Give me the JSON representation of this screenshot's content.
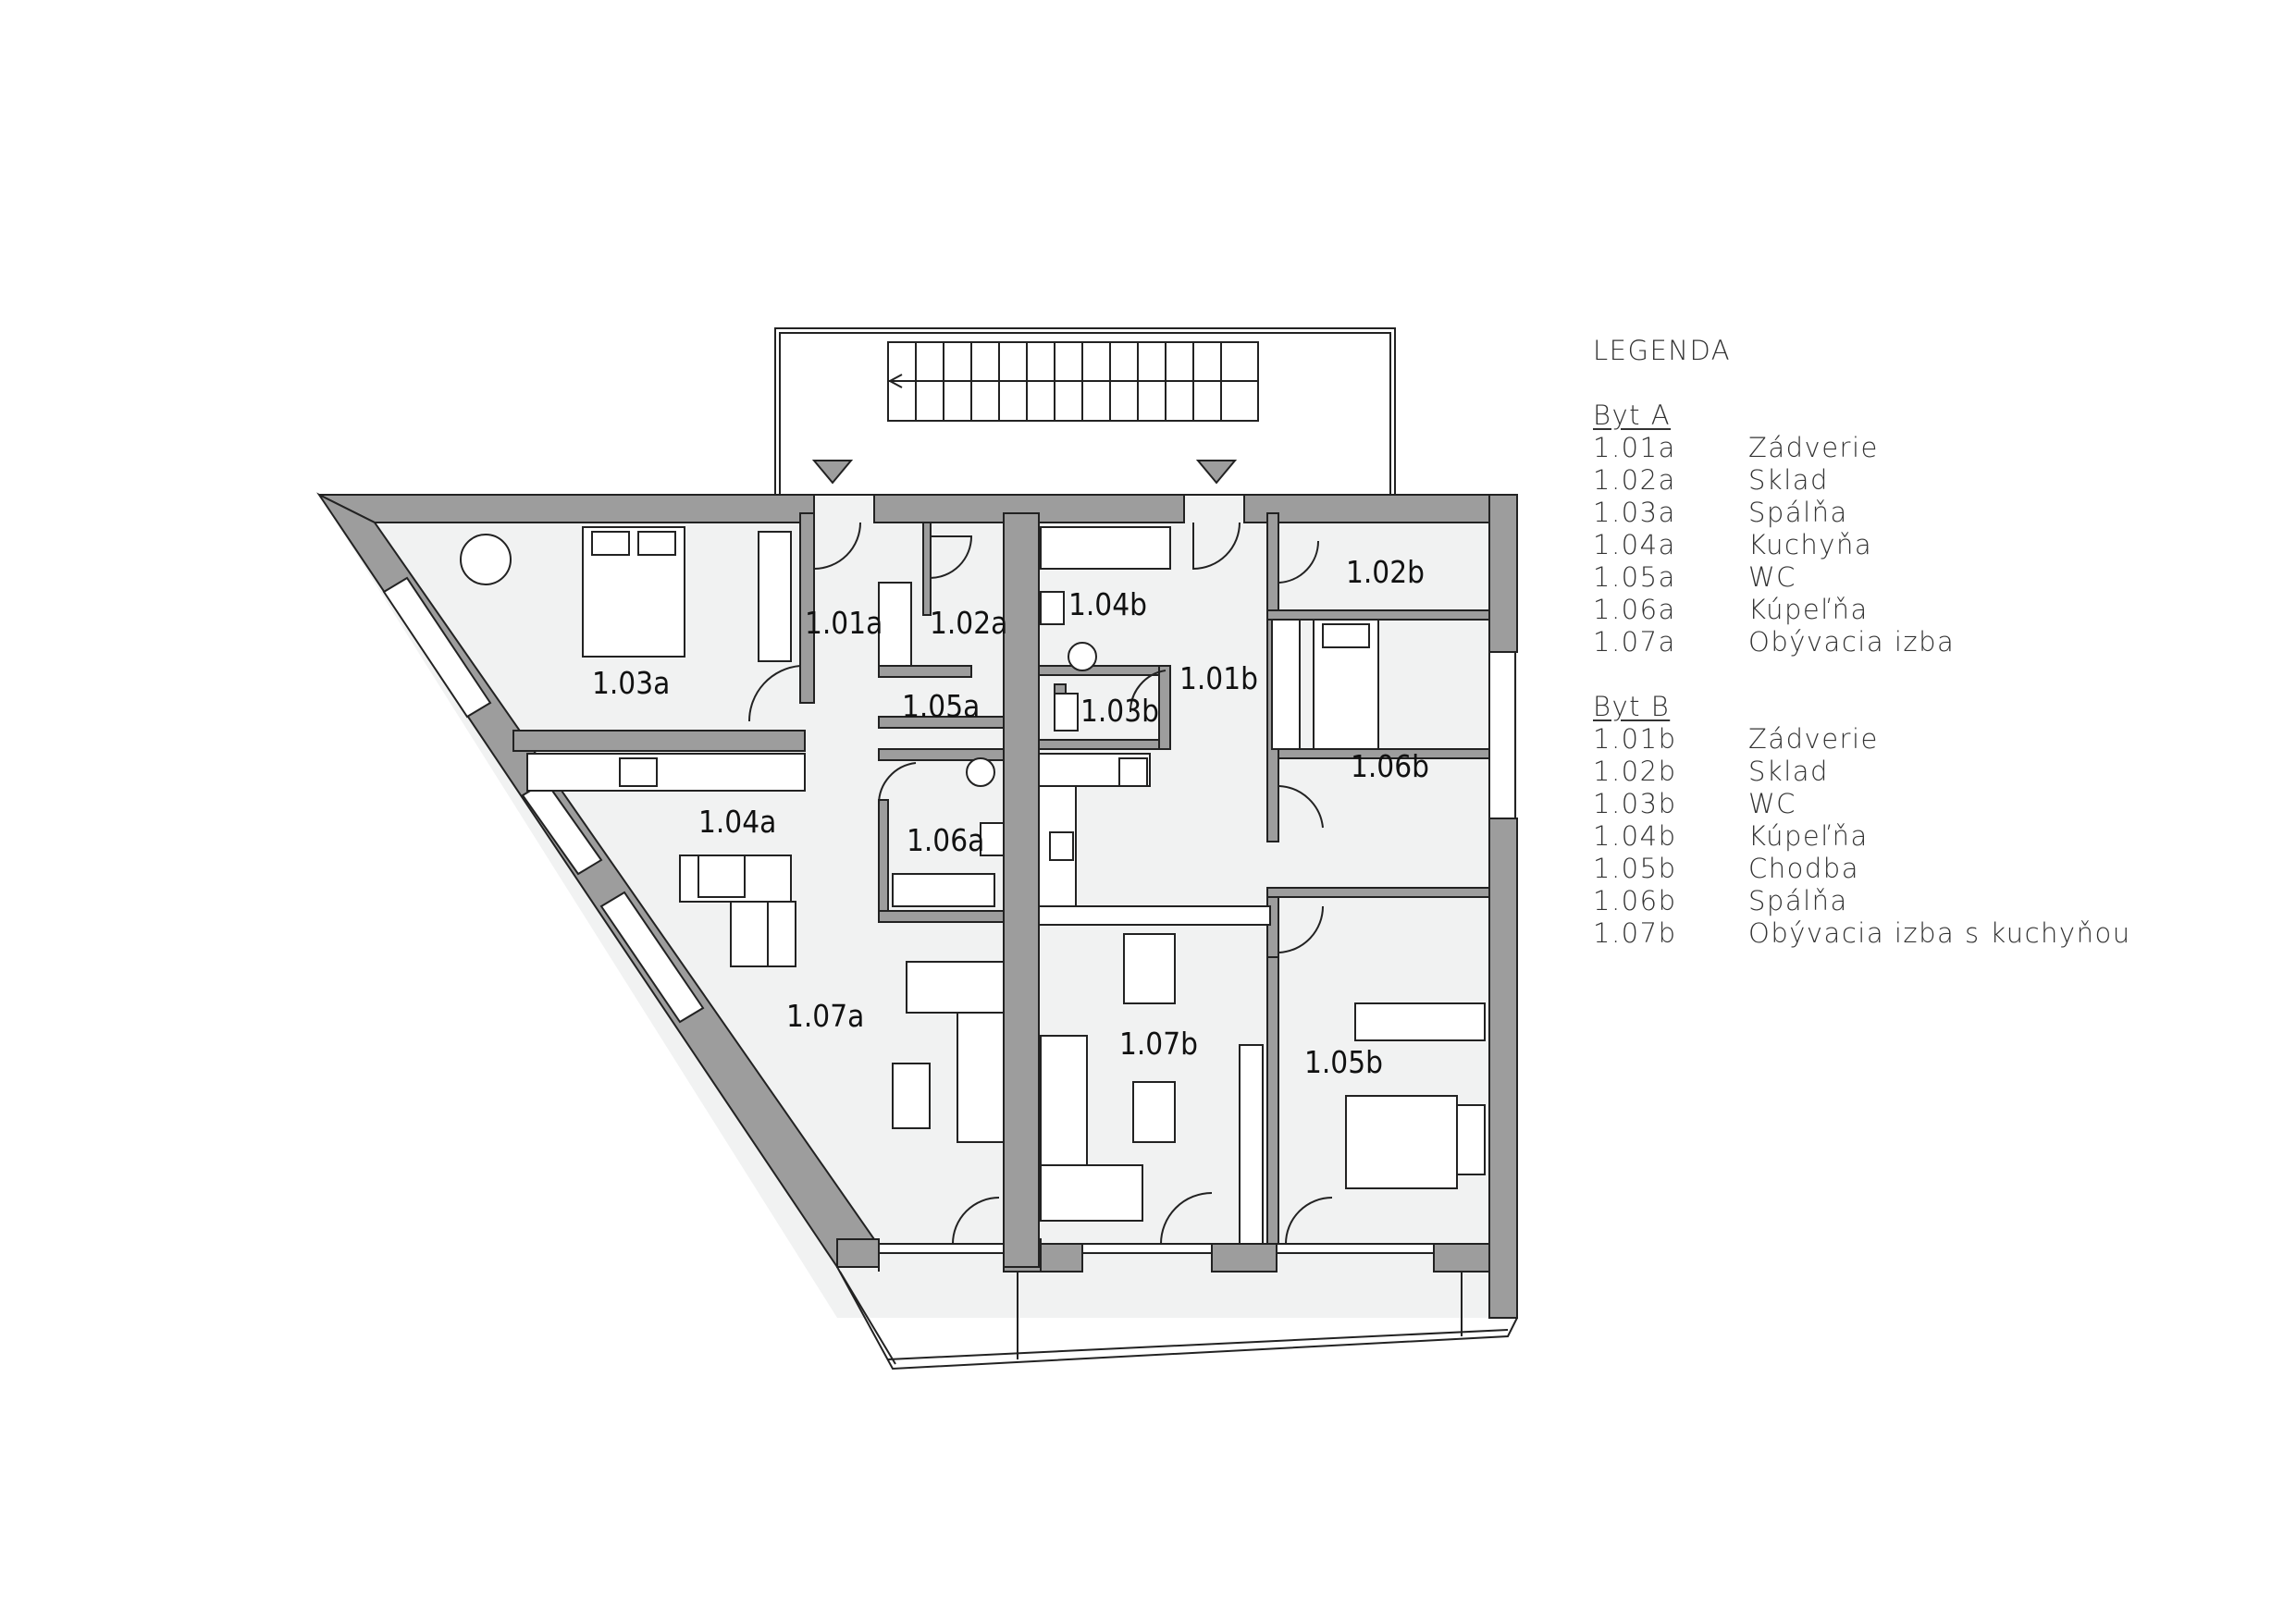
{
  "rooms": {
    "r101a": "1.01a",
    "r102a": "1.02a",
    "r103a": "1.03a",
    "r104a": "1.04a",
    "r105a": "1.05a",
    "r106a": "1.06a",
    "r107a": "1.07a",
    "r101b": "1.01b",
    "r102b": "1.02b",
    "r103b": "1.03b",
    "r104b": "1.04b",
    "r105b": "1.05b",
    "r106b": "1.06b",
    "r107b": "1.07b"
  },
  "legend": {
    "title": "LEGENDA",
    "groups": [
      {
        "title": "Byt A",
        "items": [
          {
            "code": "1.01a",
            "name": "Zádverie"
          },
          {
            "code": "1.02a",
            "name": "Sklad"
          },
          {
            "code": "1.03a",
            "name": "Spálňa"
          },
          {
            "code": "1.04a",
            "name": "Kuchyňa"
          },
          {
            "code": "1.05a",
            "name": "WC"
          },
          {
            "code": "1.06a",
            "name": "Kúpeľňa"
          },
          {
            "code": "1.07a",
            "name": "Obývacia izba"
          }
        ]
      },
      {
        "title": "Byt B",
        "items": [
          {
            "code": "1.01b",
            "name": "Zádverie"
          },
          {
            "code": "1.02b",
            "name": "Sklad"
          },
          {
            "code": "1.03b",
            "name": "WC"
          },
          {
            "code": "1.04b",
            "name": "Kúpeľňa"
          },
          {
            "code": "1.05b",
            "name": "Chodba"
          },
          {
            "code": "1.06b",
            "name": "Spálňa"
          },
          {
            "code": "1.07b",
            "name": "Obývacia izba s kuchyňou"
          }
        ]
      }
    ]
  },
  "colors": {
    "wall": "#9d9d9d",
    "floor": "#f1f2f2",
    "line": "#222222"
  }
}
